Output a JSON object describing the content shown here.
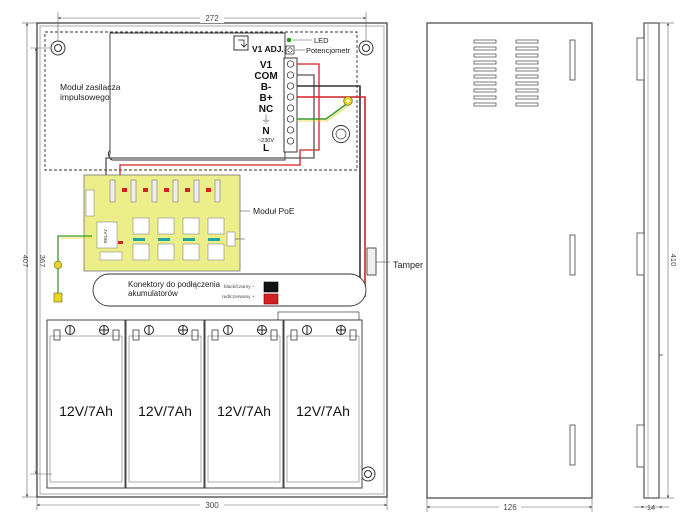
{
  "dimensions": {
    "top_width": "272",
    "bottom_width": "300",
    "inner_height": "367",
    "outer_height": "407",
    "side_width": "126",
    "side_height": "410",
    "depth": "14"
  },
  "psu": {
    "label_line1": "Moduł zasilacza",
    "label_line2": "impulsowego",
    "led": "LED",
    "v1_adj": "V1 ADJ.",
    "potentiometer": "Potencjometr",
    "terminals": [
      "V1",
      "COM",
      "B-",
      "B+",
      "NC",
      "⏚",
      "N",
      "~230V",
      "L"
    ]
  },
  "poe": {
    "label": "Moduł PoE",
    "relay": "RELAY"
  },
  "tamper": "Tamper",
  "connectors": {
    "label_line1": "Konektory do podłączenia",
    "label_line2": "akumulatorów",
    "black": "black/czarny –",
    "red": "red/czerwony +"
  },
  "batteries": [
    "12V/7Ah",
    "12V/7Ah",
    "12V/7Ah",
    "12V/7Ah"
  ],
  "colors": {
    "red_wire": "#d42020",
    "green_wire": "#3a9a2a",
    "yellow_wire": "#e8d52a",
    "poe_board": "#ecee8a",
    "outline": "#555555"
  }
}
